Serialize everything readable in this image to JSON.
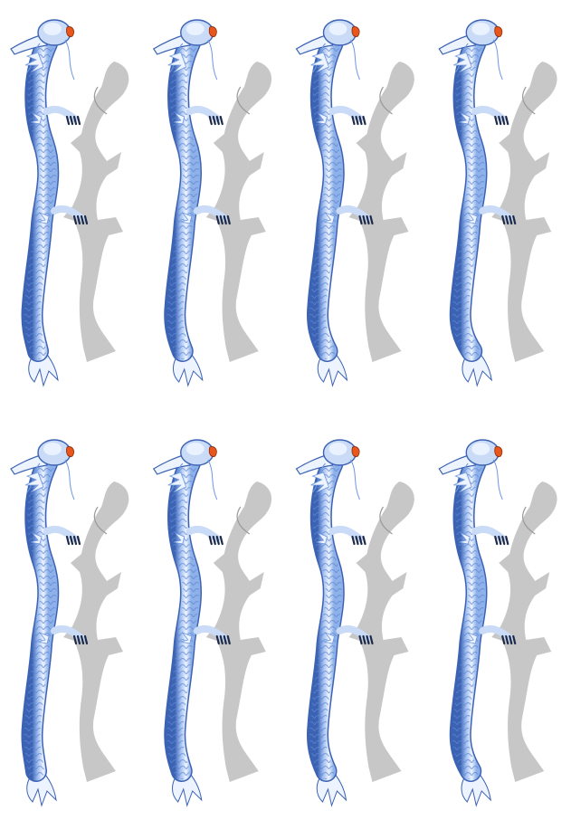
{
  "sprite_sheet": {
    "rows": 2,
    "cols": 4,
    "background": "#ffffff",
    "colors": {
      "body_light": "#eef4ff",
      "body_mid": "#c9dbf7",
      "body_dark": "#6f98de",
      "outline": "#3c63b3",
      "shadow": "#bdbdbd",
      "eye_fire": "#e8561c",
      "claw": "#1d2a4a"
    },
    "frames": [
      {
        "sprite": "white-dragon",
        "shadow": true
      },
      {
        "sprite": "white-dragon",
        "shadow": true
      },
      {
        "sprite": "white-dragon",
        "shadow": true
      },
      {
        "sprite": "white-dragon",
        "shadow": true
      },
      {
        "sprite": "white-dragon",
        "shadow": true
      },
      {
        "sprite": "white-dragon",
        "shadow": true
      },
      {
        "sprite": "white-dragon",
        "shadow": true
      },
      {
        "sprite": "white-dragon",
        "shadow": true
      }
    ]
  }
}
